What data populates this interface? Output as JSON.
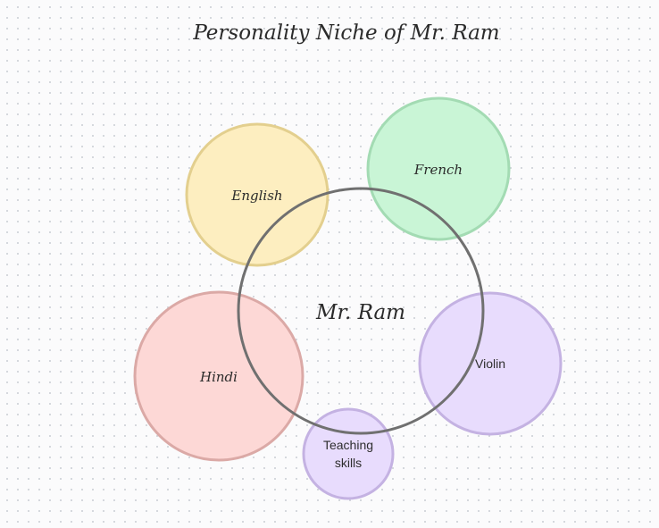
{
  "title": "Personality Niche of Mr. Ram",
  "center": {
    "label": "Mr. Ram",
    "stroke": "#707070"
  },
  "bubbles": [
    {
      "id": "english",
      "lines": [
        "English"
      ],
      "fill": "#fdeec0",
      "stroke": "#e3cf8e",
      "font": "hand"
    },
    {
      "id": "french",
      "lines": [
        "French"
      ],
      "fill": "#c9f5d6",
      "stroke": "#a3dbb3",
      "font": "hand"
    },
    {
      "id": "hindi",
      "lines": [
        "Hindi"
      ],
      "fill": "#fdd8d6",
      "stroke": "#dba9a6",
      "font": "hand"
    },
    {
      "id": "violin",
      "lines": [
        "Violin"
      ],
      "fill": "#e8dcfd",
      "stroke": "#c4b2e2",
      "font": "sans"
    },
    {
      "id": "teaching",
      "lines": [
        "Teaching",
        "skills"
      ],
      "fill": "#e8dcfd",
      "stroke": "#c4b2e2",
      "font": "sans"
    }
  ]
}
